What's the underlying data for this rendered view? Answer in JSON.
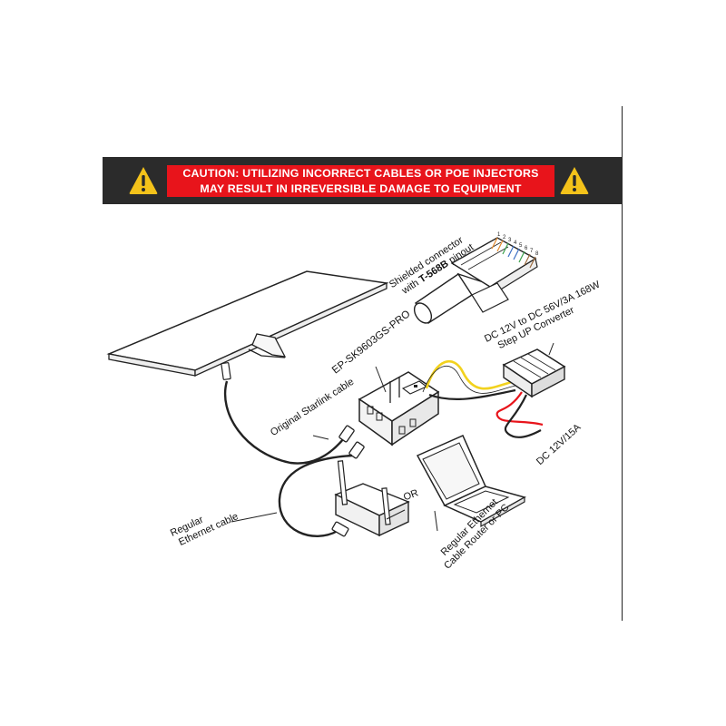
{
  "banner": {
    "line1": "CAUTION: UTILIZING INCORRECT CABLES OR POE INJECTORS",
    "line2": "MAY RESULT IN IRREVERSIBLE DAMAGE TO EQUIPMENT",
    "warning_icon": "warning-triangle-icon",
    "colors": {
      "bar": "#2b2b2b",
      "caution": "#e8141b",
      "icon": "#f4c21a"
    }
  },
  "labels": {
    "shielded_line1": "Shielded connector",
    "shielded_prefix": "with ",
    "shielded_bold": "T-568B",
    "shielded_suffix": " pinout",
    "model": "EP-SK9603GS-PRO",
    "converter_line1": "DC 12V to DC 56V/3A 168W",
    "converter_line2": "Step UP Converter",
    "starlink_cable": "Original Starlink cable",
    "dc_input": "DC 12V/15A",
    "or": "OR",
    "regular_cable_line1": "Regular",
    "regular_cable_line2": "Ethernet cable",
    "router_line1": "Regular Ethernet",
    "router_line2": "Cable Router or PC"
  },
  "pin_numbers": [
    "1",
    "2",
    "3",
    "4",
    "5",
    "6",
    "7",
    "8"
  ]
}
